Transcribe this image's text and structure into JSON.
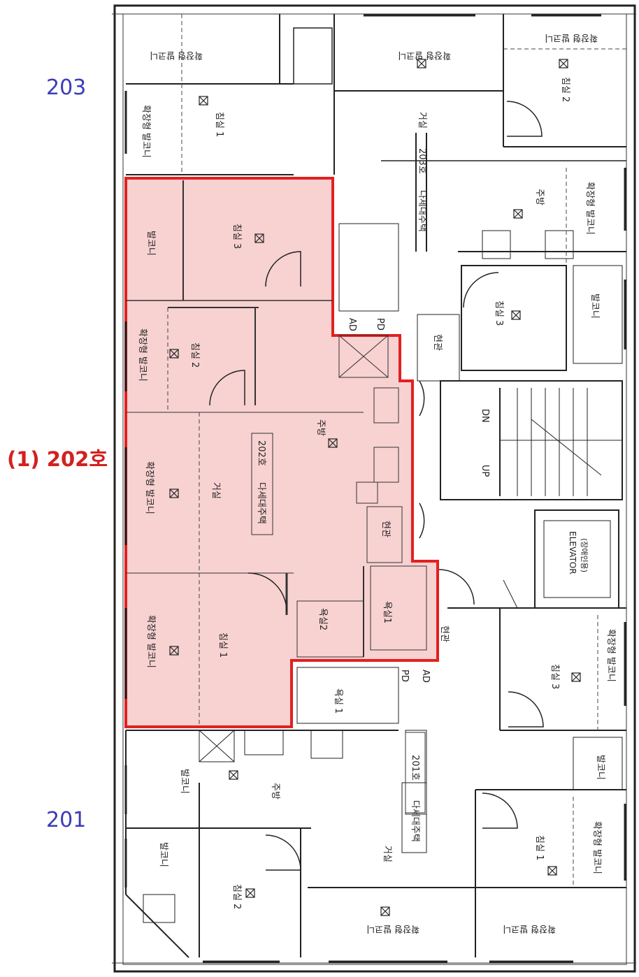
{
  "unit_labels": {
    "top": "203",
    "middle": "(1) 202호",
    "bottom": "201"
  },
  "colors": {
    "top_label": "#3b3bb8",
    "middle_label": "#d42020",
    "bottom_label": "#3b3bb8",
    "highlight_border": "#e32020",
    "highlight_fill": "#f7c9c9"
  },
  "rooms": {
    "u203_balcony_top": "확장형 발코니",
    "u203_balcony_top_right": "확장형 발코니",
    "u203_bed2": "침실 2",
    "u203_balcony_left": "확장형 발코니",
    "u203_bed1": "침실 1",
    "u203_living": "거실",
    "u203_type": "다세대주택",
    "u203_unit": "203호",
    "u203_kitchen": "주방",
    "u203_balcony_right": "확장형 발코니",
    "u203_bed3": "침실 3",
    "u203_balcony_small": "발코니",
    "entrance_203": "현관",
    "u202_balcony_small": "발코니",
    "u202_bed3": "침실 3",
    "u202_balcony_left": "확장형 발코니",
    "u202_bed2": "침실 2",
    "u202_kitchen": "주방",
    "u202_unit": "202호",
    "u202_type": "다세대주택",
    "u202_living": "거실",
    "u202_balcony_mid": "확장형 발코니",
    "u202_entrance": "현관",
    "u202_bath": "욕실2",
    "u202_bath1": "욕실1",
    "u202_balcony_low": "확장형 발코니",
    "u202_bed1": "침실 1",
    "stair_dn": "DN",
    "stair_up": "UP",
    "elevator": "ELEVATOR",
    "elevator_sub": "(장애인용)",
    "u201_entrance": "현관",
    "u201_bed3": "침실 3",
    "u201_balcony_right": "확장형 발코니",
    "u201_bath": "욕실 1",
    "u201_balcony_small": "발코니",
    "u201_unit": "201호",
    "u201_kitchen": "주방",
    "u201_type": "다세대주택",
    "u201_balcony_left": "발코니",
    "u201_living": "거실",
    "u201_bed1": "침실 1",
    "u201_balcony_right2": "확장형 발코니",
    "u201_balcony_left2": "발코니",
    "u201_bed2": "침실 2",
    "u201_balcony_bottom": "확장형 발코니",
    "u201_balcony_bottom_right": "확장형 발코니",
    "shaft_ad": "AD",
    "shaft_pd": "PD",
    "shaft_ad2": "AD",
    "shaft_pd2": "PD"
  }
}
